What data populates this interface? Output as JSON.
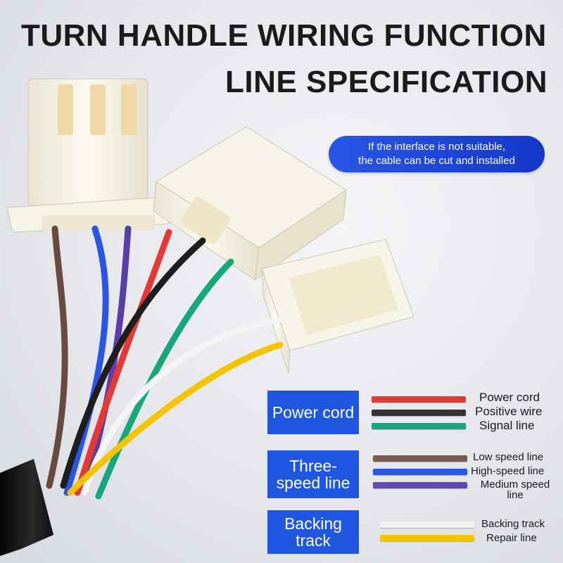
{
  "title": {
    "line1": "TURN HANDLE WIRING FUNCTION",
    "line2": "LINE SPECIFICATION"
  },
  "note": {
    "line1": "If the interface is not suitable,",
    "line2": "the cable can be cut and installed"
  },
  "legend": {
    "groups": [
      {
        "label_lines": [
          "Power cord"
        ],
        "wires": [
          {
            "label": "Power cord",
            "color": "#e53935"
          },
          {
            "label": "Positive wire",
            "color": "#333333"
          },
          {
            "label": "Signal line",
            "color": "#16a878"
          }
        ]
      },
      {
        "label_lines": [
          "Three-",
          "speed line"
        ],
        "wires": [
          {
            "label": "Low speed line",
            "color": "#7a5a4c"
          },
          {
            "label": "High-speed line",
            "color": "#2c55e6"
          },
          {
            "label": "Medium speed",
            "label2": "line",
            "color": "#6148b8"
          }
        ]
      },
      {
        "label_lines": [
          "Backing",
          "track"
        ],
        "wires": [
          {
            "label": "Backing track",
            "color": "#f2f2f2"
          },
          {
            "label": "Repair line",
            "color": "#f5c400"
          }
        ]
      }
    ]
  },
  "colors": {
    "accent_blue": "#1f56e0",
    "connector": "#f3efe2",
    "cable_sheath": "#151515"
  }
}
